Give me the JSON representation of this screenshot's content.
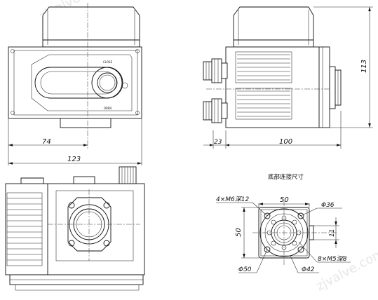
{
  "front_view": {
    "dim_width_half": "74",
    "dim_width_total": "123",
    "label_close": "CLOSE",
    "label_open": "OPEN"
  },
  "side_view": {
    "dim_height": "113",
    "dim_offset": "23",
    "dim_length": "100"
  },
  "flange_view": {
    "title": "底部连接尺寸",
    "dim_top": "50",
    "dim_left": "50",
    "dim_right": "11",
    "callout_bolts_top": "4×M6深12",
    "callout_dia_top": "Φ36",
    "callout_bolts_bottom": "8×M5深8",
    "callout_dia_bottom_left": "Φ50",
    "callout_dia_bottom": "Φ42"
  },
  "watermarks": [
    "zjvalve.com",
    "zjvalve.com"
  ]
}
